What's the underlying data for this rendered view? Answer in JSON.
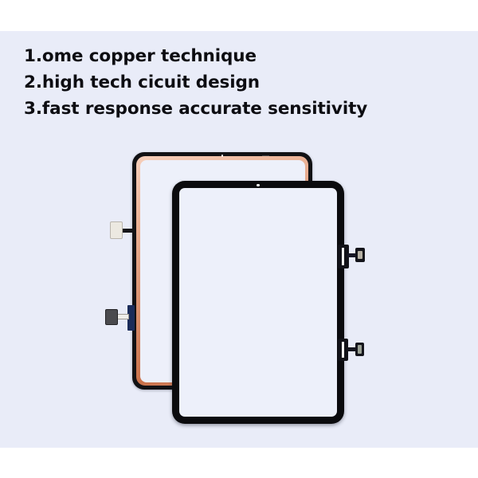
{
  "page": {
    "background_white": "#ffffff",
    "panel_background": "#e9ecf8"
  },
  "features": {
    "items": [
      {
        "text": "1.ome copper technique"
      },
      {
        "text": "2.high tech cicuit design"
      },
      {
        "text": "3.fast response accurate sensitivity"
      }
    ],
    "text_color": "#0d0d12"
  },
  "product_image": {
    "back_tablet": {
      "name": "gold touch screen digitizer",
      "frame_color": "#111114",
      "bezel_color": "#d88f6d",
      "glass_color": "#edf0fa",
      "camera": "front-camera-hole",
      "connectors": [
        {
          "label": "top-flex-connector",
          "side": "left"
        },
        {
          "label": "bottom-flex-connector",
          "side": "left"
        }
      ]
    },
    "front_tablet": {
      "name": "black touch screen digitizer",
      "frame_color": "#0b0b0e",
      "glass_color": "#edf0fa",
      "camera": "front-camera-hole",
      "connectors": [
        {
          "label": "top-flex-connector",
          "side": "right"
        },
        {
          "label": "bottom-flex-connector",
          "side": "right"
        }
      ]
    }
  }
}
